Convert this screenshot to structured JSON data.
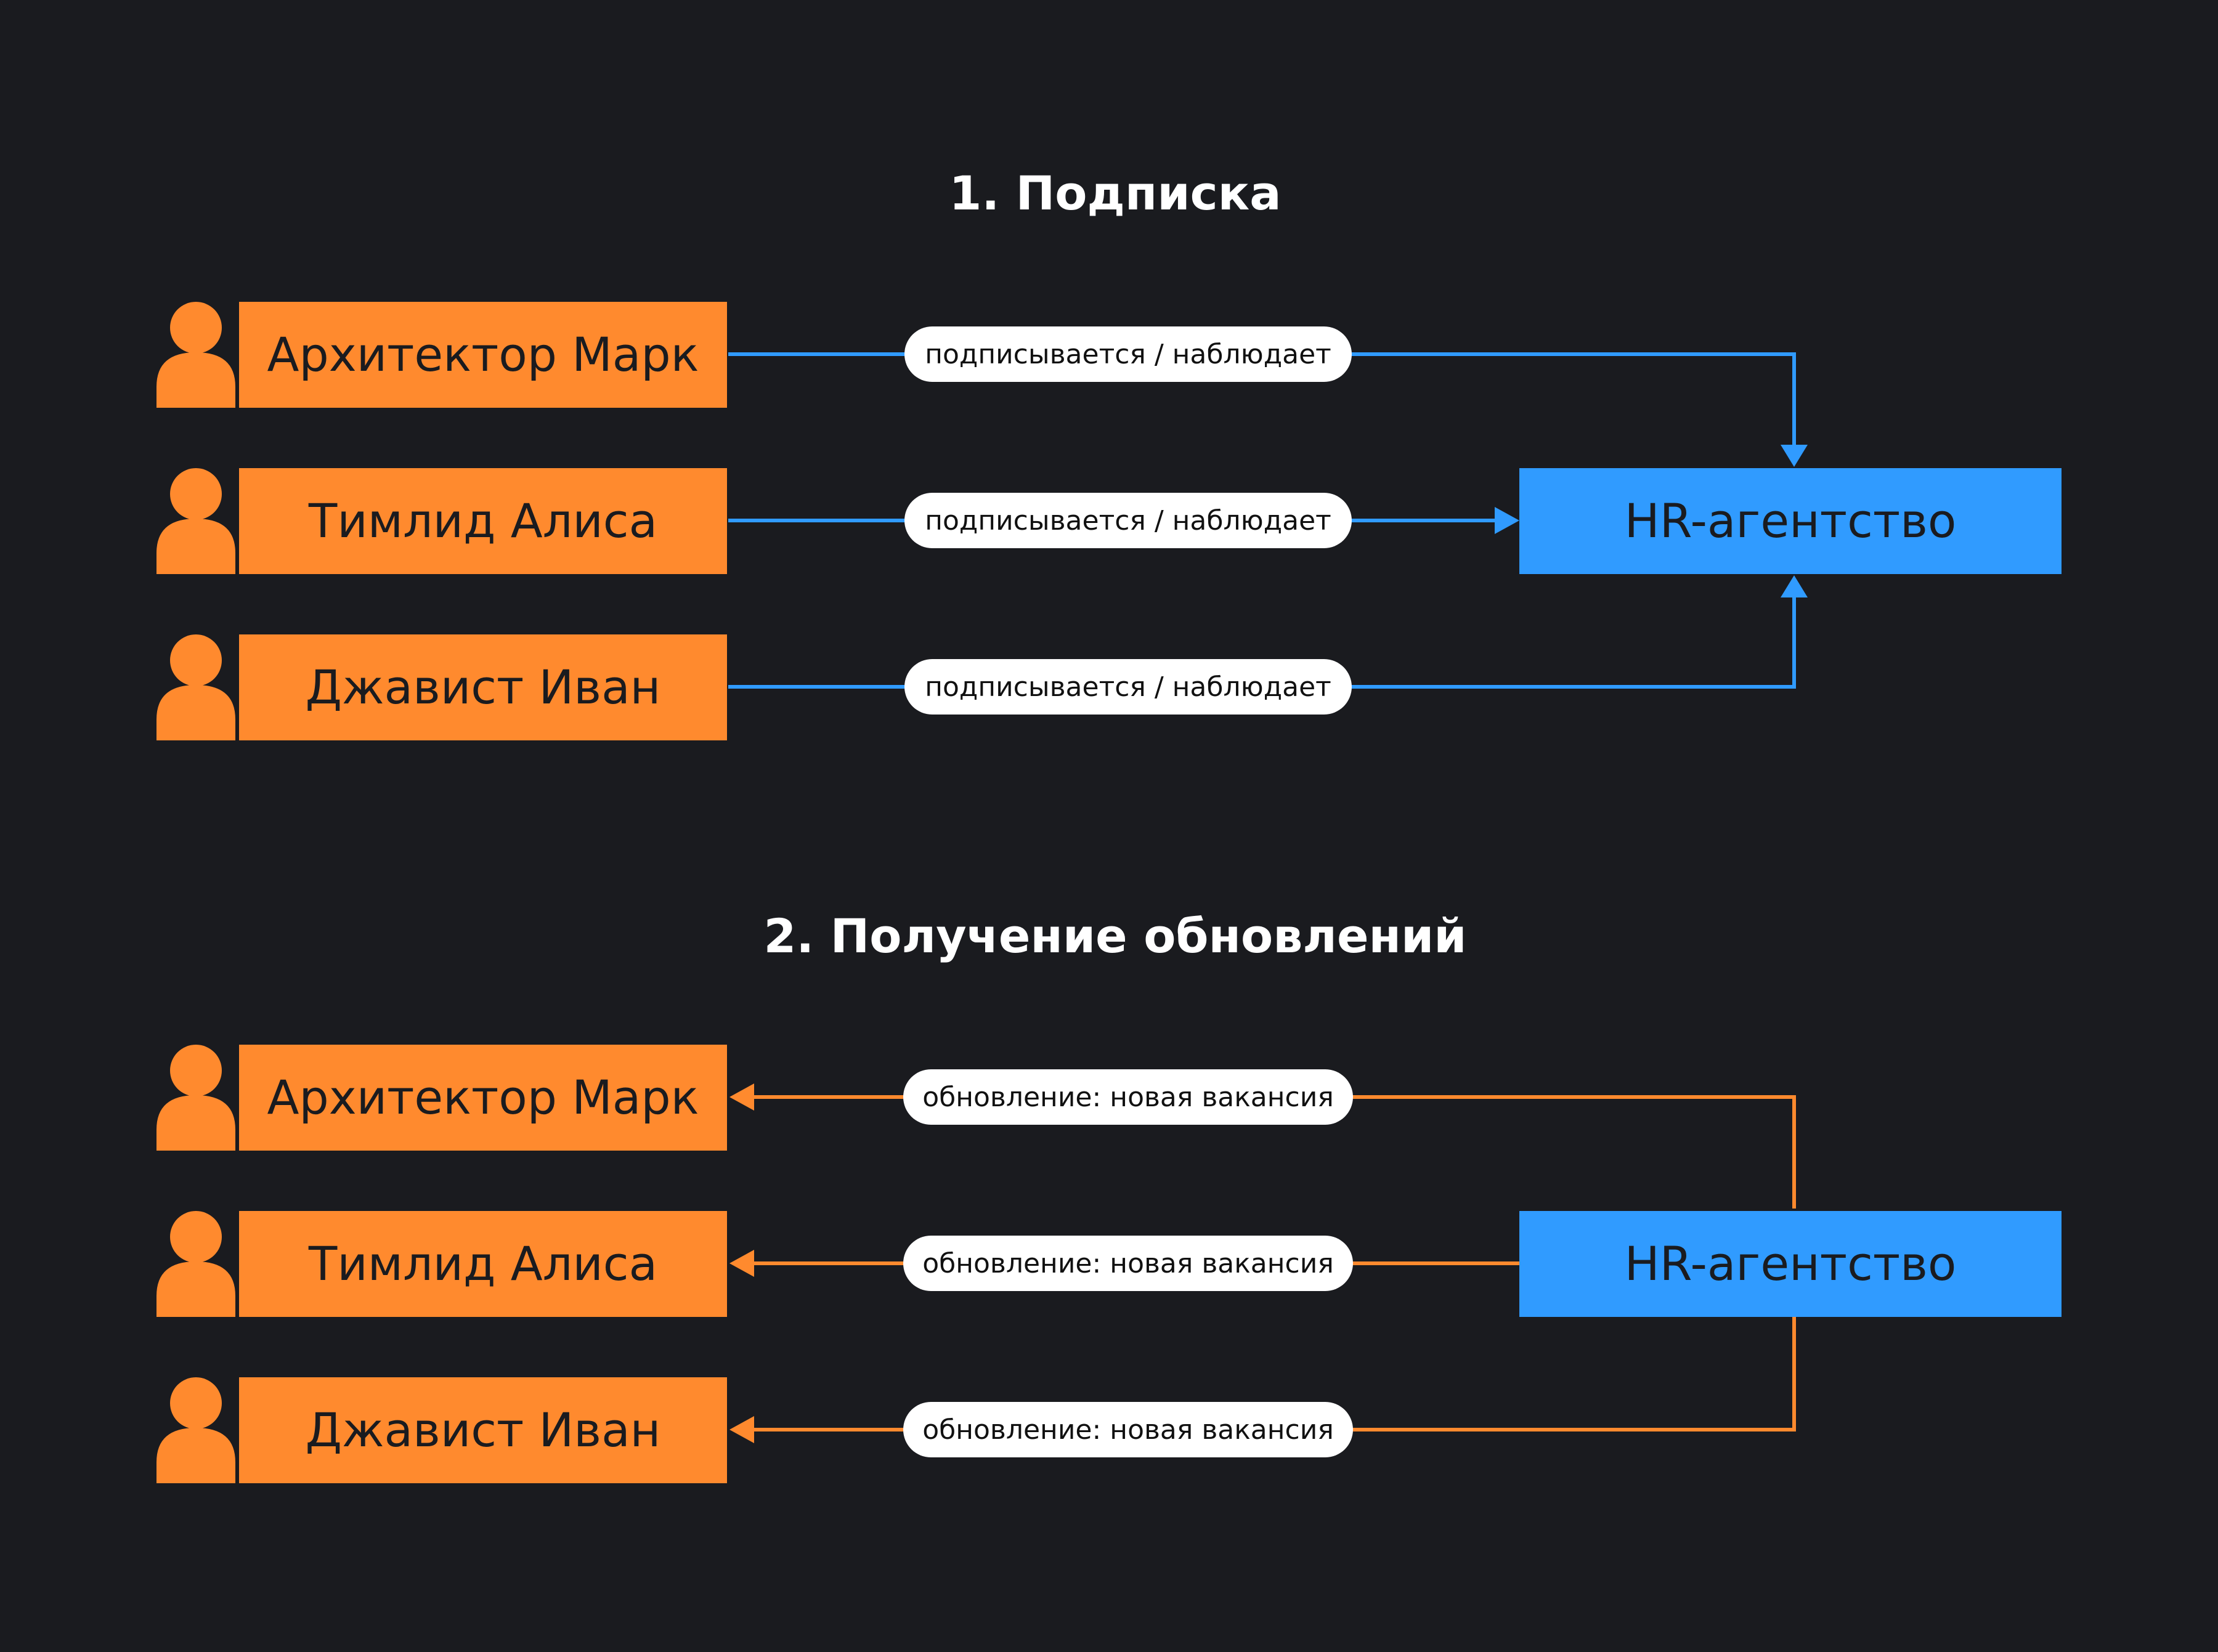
{
  "colors": {
    "background": "#1a1b1f",
    "person_box": "#ff8a2e",
    "agency_box": "#309bff",
    "subscribe_line": "#309bff",
    "update_line": "#ff8a2e",
    "pill_background": "#ffffff",
    "title_text": "#ffffff",
    "box_text": "#1a1b1f"
  },
  "icons": {
    "person": "person-icon"
  },
  "sections": [
    {
      "title": "1. Подписка",
      "people": [
        "Архитектор Марк",
        "Тимлид Алиса",
        "Джавист Иван"
      ],
      "agency": "HR-агентство",
      "edge_label": "подписывается / наблюдает",
      "direction": "people-to-agency"
    },
    {
      "title": "2. Получение обновлений",
      "people": [
        "Архитектор Марк",
        "Тимлид Алиса",
        "Джавист Иван"
      ],
      "agency": "HR-агентство",
      "edge_label": "обновление: новая вакансия",
      "direction": "agency-to-people"
    }
  ]
}
